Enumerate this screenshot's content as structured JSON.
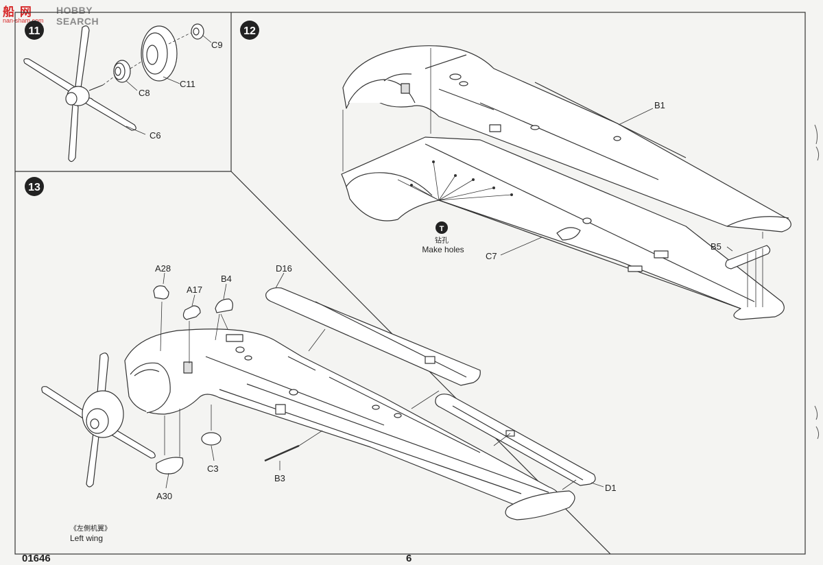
{
  "watermark": {
    "glyphs": "船 网",
    "logo": "HOBBY SEARCH",
    "domain": "nan-sham.com"
  },
  "footer": {
    "kit_number": "01646",
    "page_number": "6"
  },
  "steps": [
    {
      "number": "11",
      "parts": [
        "C9",
        "C11",
        "C8",
        "C6"
      ]
    },
    {
      "number": "12",
      "parts": [
        "B1",
        "B5",
        "C7"
      ],
      "tool_icon": "T",
      "note_cn": "钻孔",
      "note_en": "Make holes"
    },
    {
      "number": "13",
      "parts": [
        "A28",
        "A17",
        "B4",
        "D16",
        "D1",
        "B3",
        "C3",
        "A30"
      ],
      "note_cn": "《左側机翼》",
      "note_en": "Left wing"
    }
  ]
}
